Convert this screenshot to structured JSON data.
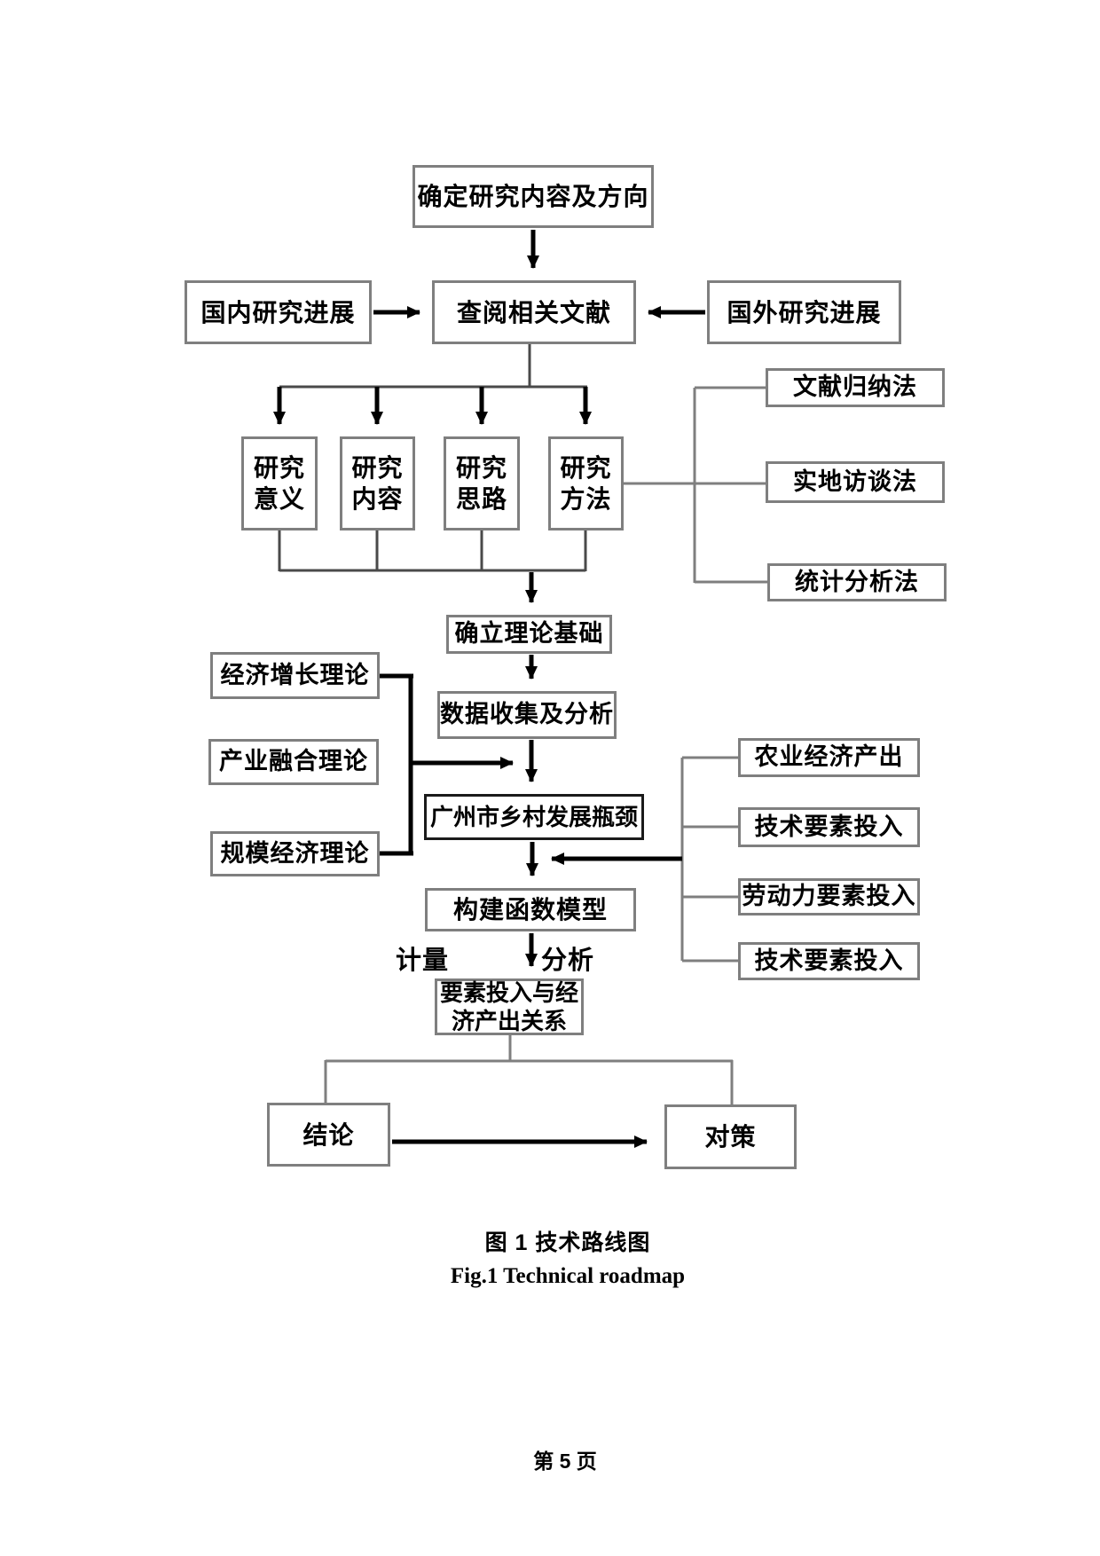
{
  "figure": {
    "caption_zh": "图 1 技术路线图",
    "caption_en": "Fig.1 Technical roadmap",
    "page_number": "第 5 页"
  },
  "colors": {
    "box_border": "#7f7f7f",
    "dark_box_border": "#1a1a1a",
    "connector_gray": "#7f7f7f",
    "connector_dark": "#4a4a4a",
    "arrow_black": "#000000",
    "background": "#ffffff"
  },
  "flowchart": {
    "nodes": {
      "determine": "确定研究内容及方向",
      "domestic": "国内研究进展",
      "literature": "查阅相关文献",
      "foreign": "国外研究进展",
      "significance": "研究\n意义",
      "content": "研究\n内容",
      "approach": "研究\n思路",
      "method": "研究\n方法",
      "lit_method": "文献归纳法",
      "interview_method": "实地访谈法",
      "stats_method": "统计分析法",
      "theory_basis": "确立理论基础",
      "data_analysis": "数据收集及分析",
      "econ_growth": "经济增长理论",
      "industry_fusion": "产业融合理论",
      "scale_econ": "规模经济理论",
      "bottleneck": "广州市乡村发展瓶颈",
      "agri_output": "农业经济产出",
      "tech_input_1": "技术要素投入",
      "labor_input": "劳动力要素投入",
      "tech_input_2": "技术要素投入",
      "build_model": "构建函数模型",
      "measure_left": "计量",
      "measure_right": "分析",
      "factor_relation": "要素投入与经\n济产出关系",
      "conclusion": "结论",
      "countermeasure": "对策"
    }
  }
}
